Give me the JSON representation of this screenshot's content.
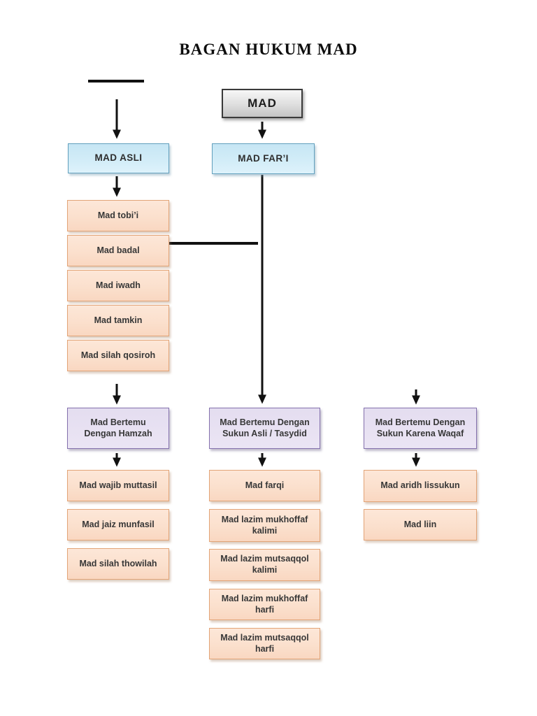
{
  "page": {
    "title": "BAGAN HUKUM MAD"
  },
  "nodes": {
    "root": {
      "label": "MAD"
    },
    "mad_asli": {
      "label": "MAD ASLI"
    },
    "mad_fari": {
      "label": "MAD FAR’I"
    },
    "asli_children": [
      "Mad tobi’i",
      "Mad badal",
      "Mad iwadh",
      "Mad tamkin",
      "Mad silah qosiroh"
    ],
    "hamzah": {
      "label": "Mad Bertemu Dengan Hamzah"
    },
    "sukun_asli": {
      "label": "Mad Bertemu Dengan Sukun Asli / Tasydid"
    },
    "sukun_waqaf": {
      "label": "Mad Bertemu Dengan Sukun Karena Waqaf"
    },
    "hamzah_children": [
      "Mad wajib muttasil",
      "Mad jaiz munfasil",
      "Mad silah thowilah"
    ],
    "sukun_asli_children": [
      "Mad farqi",
      "Mad lazim mukhoffaf kalimi",
      "Mad lazim mutsaqqol kalimi",
      "Mad lazim mukhoffaf harfi",
      "Mad lazim mutsaqqol harfi"
    ],
    "sukun_waqaf_children": [
      "Mad aridh lissukun",
      "Mad liin"
    ]
  },
  "colors": {
    "root_fill": "#dedede",
    "root_border": "#3a3a3a",
    "level1_fill": "#cdeaf6",
    "level1_border": "#62a0bd",
    "group_fill": "#e6e0f1",
    "group_border": "#8471ad",
    "leaf_fill": "#fbe0cd",
    "leaf_border": "#e2a477",
    "connector": "#111111",
    "background": "#ffffff"
  }
}
